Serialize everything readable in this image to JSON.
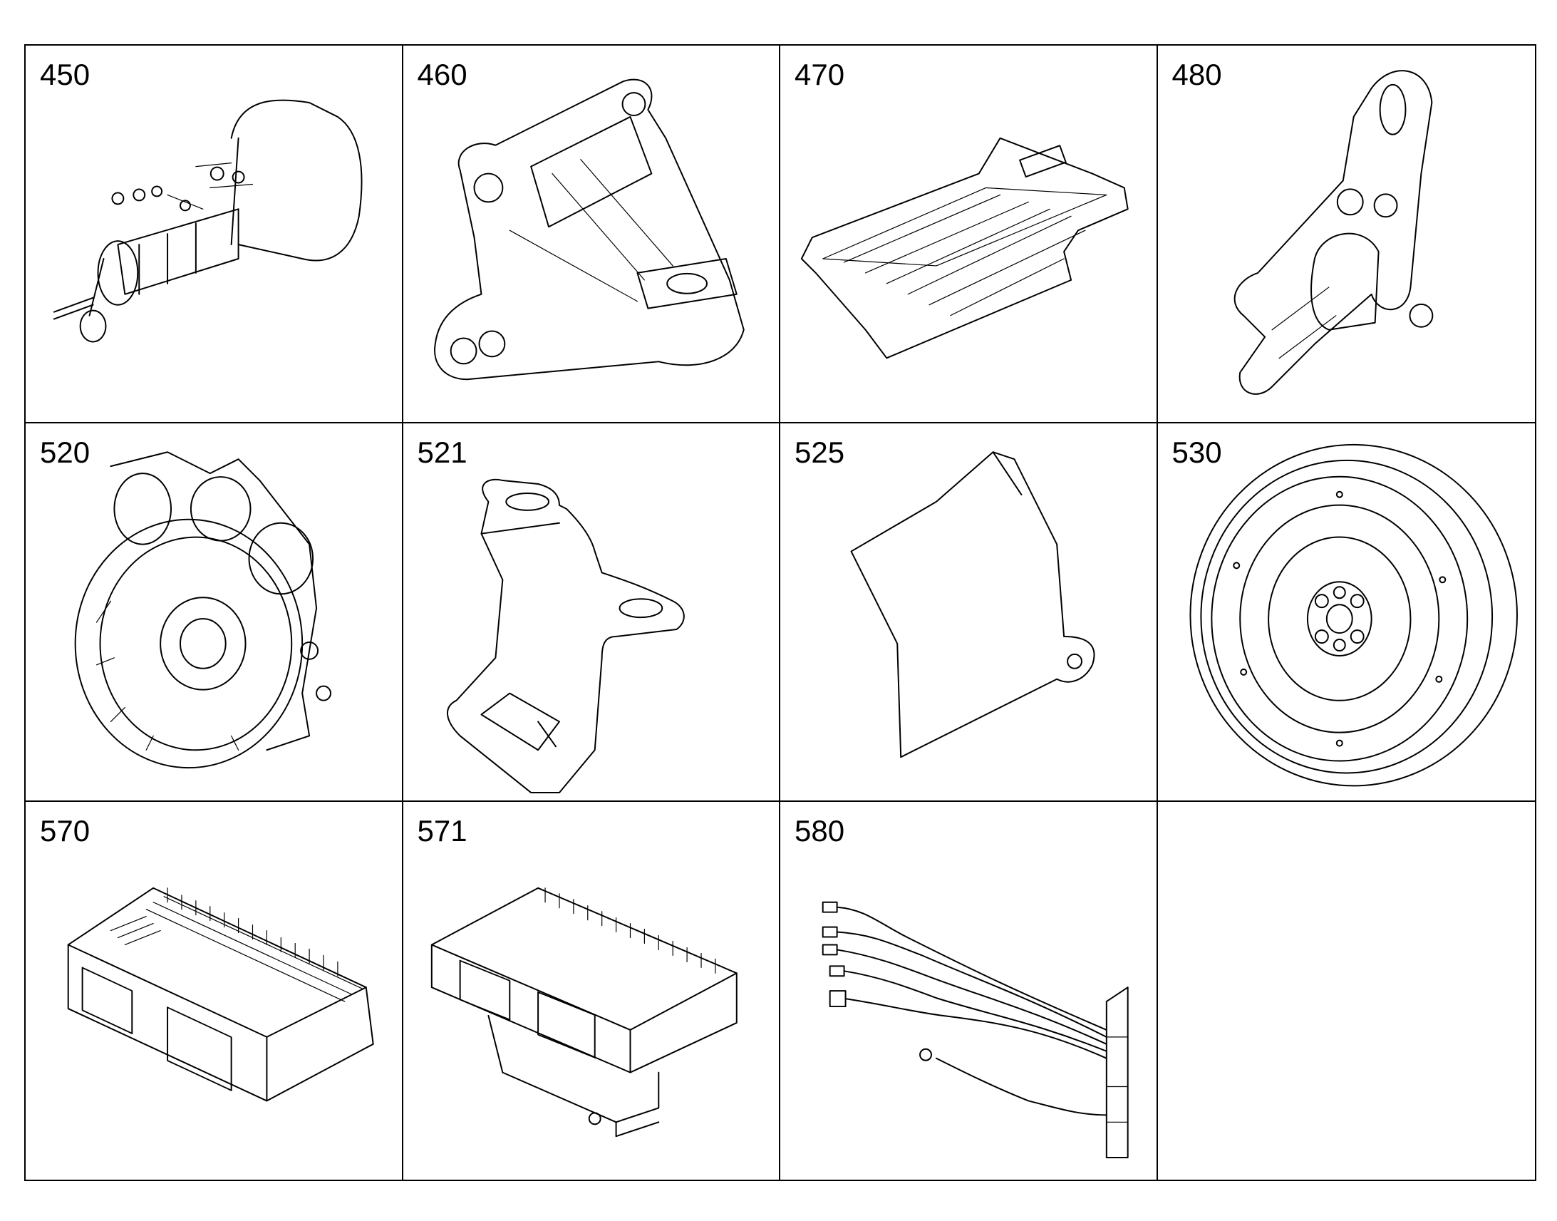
{
  "cells": [
    {
      "number": "450",
      "icon": "starter-motor-icon"
    },
    {
      "number": "460",
      "icon": "mounting-bracket-icon"
    },
    {
      "number": "470",
      "icon": "plate-icon"
    },
    {
      "number": "480",
      "icon": "lifting-eye-icon"
    },
    {
      "number": "520",
      "icon": "flywheel-housing-icon"
    },
    {
      "number": "521",
      "icon": "bent-bracket-icon"
    },
    {
      "number": "525",
      "icon": "cover-plate-icon"
    },
    {
      "number": "530",
      "icon": "flywheel-icon"
    },
    {
      "number": "570",
      "icon": "control-unit-icon"
    },
    {
      "number": "571",
      "icon": "control-unit-bracket-icon"
    },
    {
      "number": "580",
      "icon": "wiring-harness-icon"
    },
    {
      "number": "",
      "icon": ""
    }
  ]
}
